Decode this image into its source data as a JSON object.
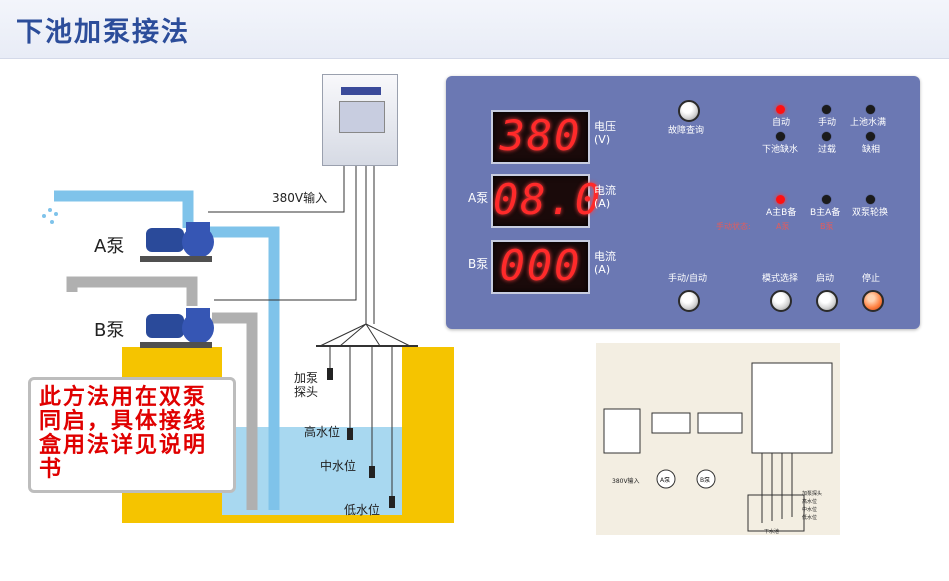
{
  "title": "下池加泵接法",
  "diagram": {
    "input_label": "380V输入",
    "pump_a_label": "A泵",
    "pump_b_label": "B泵",
    "probe_label_line1": "加泵",
    "probe_label_line2": "探头",
    "high_level": "高水位",
    "mid_level": "中水位",
    "low_level": "低水位",
    "note": "此方法用在双泵同启，具体接线盒用法详见说明书"
  },
  "panel": {
    "displays": [
      {
        "value": "380",
        "unit_line1": "电压",
        "unit_line2": "(V)",
        "side_label": ""
      },
      {
        "value": "08.0",
        "unit_line1": "电流",
        "unit_line2": "(A)",
        "side_label": "A泵"
      },
      {
        "value": "000",
        "unit_line1": "电流",
        "unit_line2": "(A)",
        "side_label": "B泵"
      }
    ],
    "buttons": {
      "fault_query": "故障查询",
      "manual_auto": "手动/自动",
      "mode_select": "模式选择",
      "start": "启动",
      "stop": "停止"
    },
    "indicators_row1": [
      "自动",
      "手动",
      "上池水满"
    ],
    "indicators_row2": [
      "下池缺水",
      "过载",
      "缺相"
    ],
    "indicators_row3": [
      "A主B备",
      "B主A备",
      "双泵轮换"
    ],
    "manual_status_label": "手动状态:",
    "manual_status_a": "A泵",
    "manual_status_b": "B泵",
    "colors": {
      "panel": "#6b78b3",
      "led_on": "#ff1010",
      "digits": "#ff2a2a",
      "stop": "#ff8040"
    }
  },
  "wiring": {
    "supply": "380V输入",
    "pump_a": "A泵",
    "pump_b": "B泵",
    "probe": "加泵探头",
    "high": "高水位",
    "mid": "中水位",
    "low": "低水位",
    "tank": "下水池"
  }
}
